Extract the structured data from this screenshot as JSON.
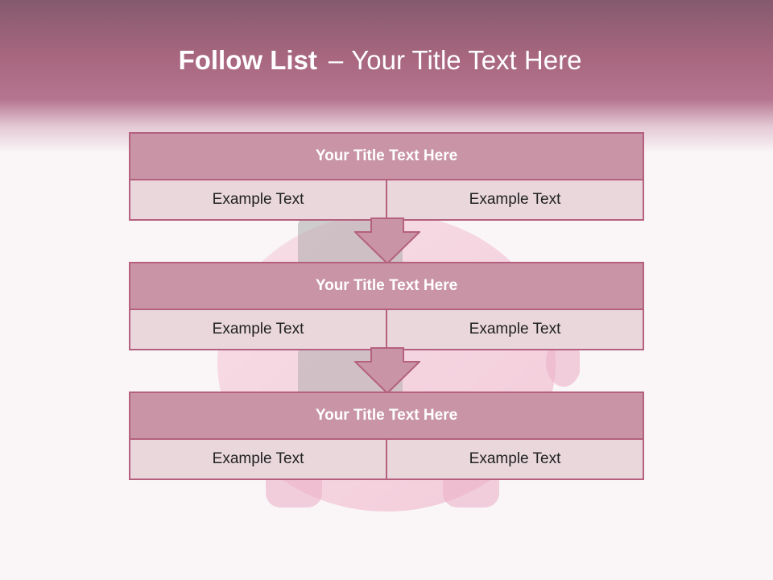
{
  "slide": {
    "title_bold": "Follow List",
    "title_dash": "–",
    "title_rest": "Your Title Text Here"
  },
  "blocks": [
    {
      "title": "Your Title Text Here",
      "left_text": "Example Text",
      "right_text": "Example Text"
    },
    {
      "title": "Your Title Text Here",
      "left_text": "Example Text",
      "right_text": "Example Text"
    },
    {
      "title": "Your Title Text Here",
      "left_text": "Example Text",
      "right_text": "Example Text"
    }
  ],
  "colors": {
    "header_band": "#a8677f",
    "block_title_fill": "#c995a6",
    "block_cell_fill": "#e9d7dc",
    "border": "#b4607e",
    "arrow_fill": "#c995a6"
  },
  "icons": [
    "down-arrow-icon",
    "piggy-bank-illustration"
  ]
}
